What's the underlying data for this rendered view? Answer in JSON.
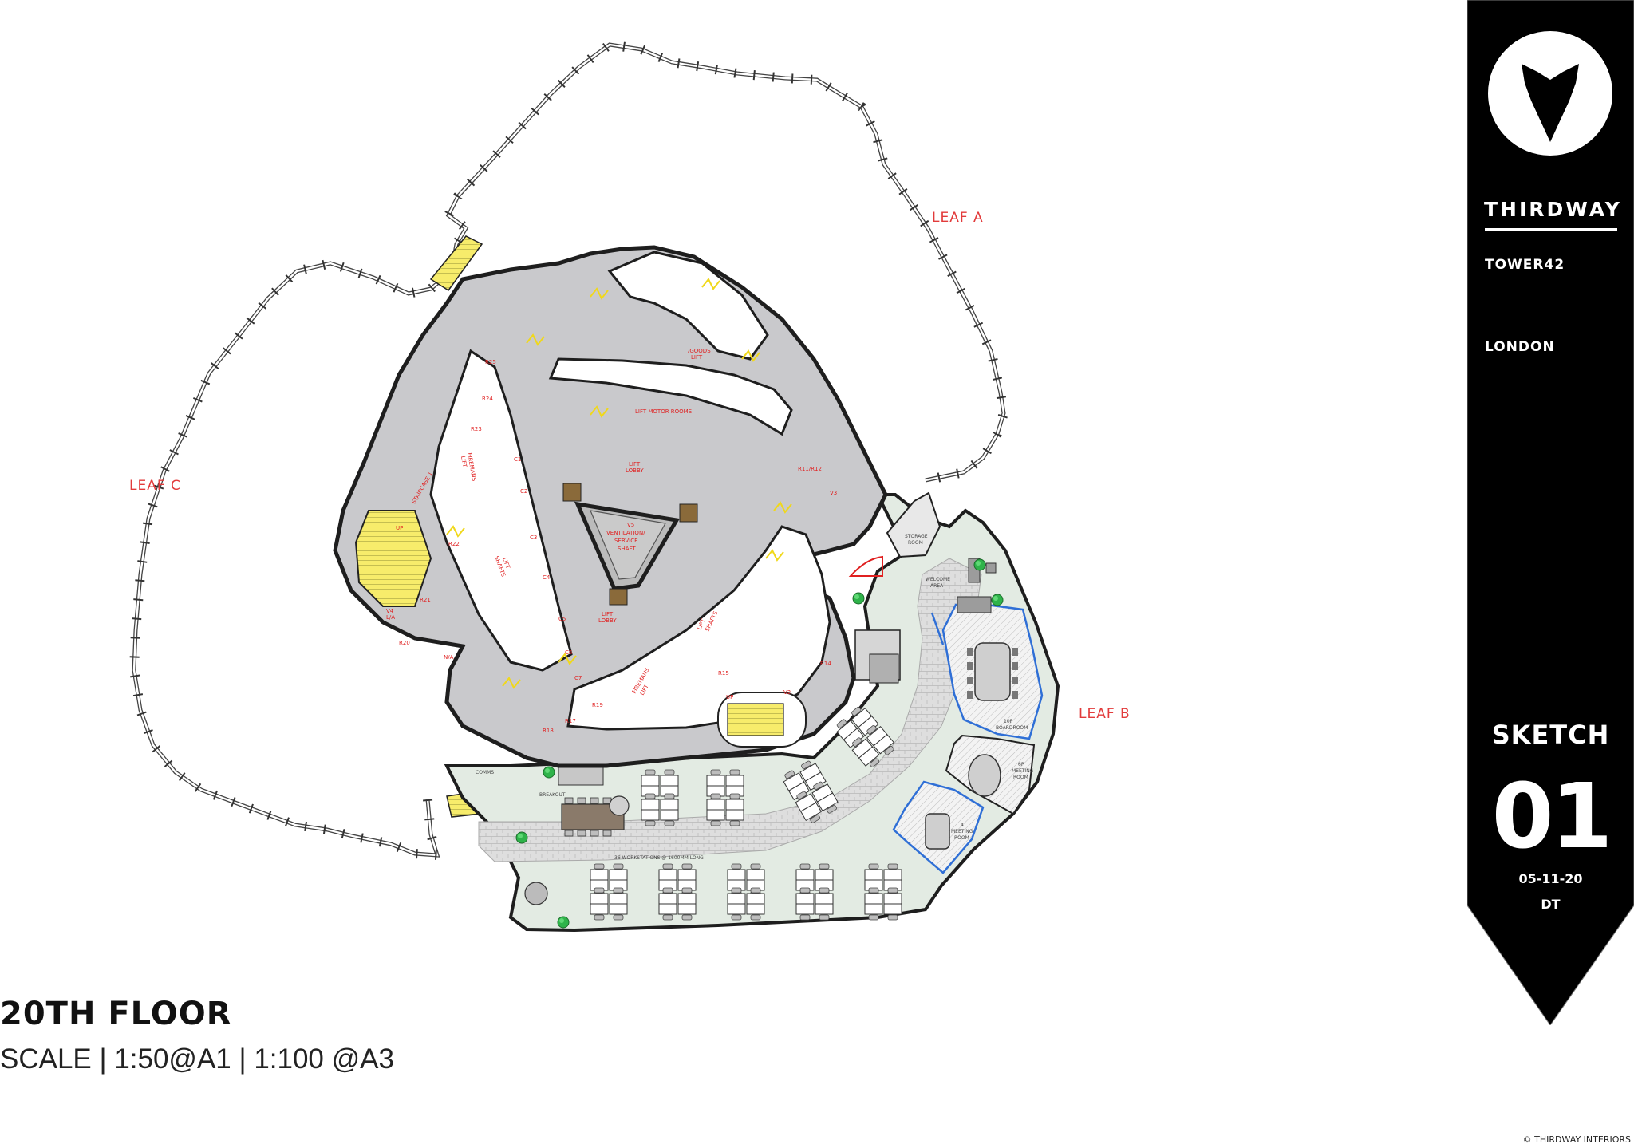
{
  "sidebar": {
    "brand": "THIRDWAY",
    "building": "TOWER42",
    "city": "LONDON",
    "sketch_label": "SKETCH",
    "sketch_number": "01",
    "date": "05-11-20",
    "author": "DT",
    "logo_icon": "fox-head-icon"
  },
  "drawing": {
    "floor": "20TH FLOOR",
    "scale": "SCALE | 1:50@A1 | 1:100 @A3",
    "copyright": "© THIRDWAY INTERIORS",
    "leaves": [
      "LEAF A",
      "LEAF B",
      "LEAF C"
    ],
    "core_labels": {
      "ventilation": [
        "V5",
        "VENTILATION/",
        "SERVICE",
        "SHAFT"
      ],
      "lift_lobby": [
        "LIFT",
        "LOBBY"
      ],
      "lift_shafts": [
        "LIFT",
        "SHAFTS"
      ],
      "lift_motor_rooms": "LIFT MOTOR ROOMS",
      "goods_lift": [
        "/GOODS",
        "LIFT"
      ],
      "staircase": "STAIRCASE 1",
      "firemans_lift": [
        "FIREMANS",
        "LIFT"
      ],
      "rooms": [
        "R25",
        "R24",
        "R23",
        "R22",
        "R21",
        "R20",
        "R19",
        "R18",
        "R17",
        "R15",
        "R14",
        "R11/R12",
        "V4",
        "V2",
        "V3",
        "N/A",
        "L/A",
        "UP",
        "UP",
        "C1",
        "C2",
        "C3",
        "C4",
        "C5",
        "C6",
        "C7"
      ]
    },
    "space_labels": {
      "storage": [
        "STORAGE",
        "ROOM"
      ],
      "welcome": [
        "WELCOME",
        "AREA"
      ],
      "boardroom": [
        "10P",
        "BOARDROOM"
      ],
      "meeting_6p": [
        "6P",
        "MEETING",
        "ROOM"
      ],
      "meeting_4p": [
        "4",
        "MEETING",
        "ROOM"
      ],
      "comms": "COMMS",
      "breakout": "BREAKOUT",
      "workstations": "36 WORKSTATIONS @ 1600MM LONG"
    },
    "colors": {
      "core": "#c9c9cc",
      "office_floor": "#e3ebe3",
      "circulation": "#dcdcdc",
      "walls": "#1e1e1e",
      "dimension_red": "#e02020",
      "partition_blue": "#2f6fd6",
      "stair_yellow": "#f7ec6b",
      "sidebar": "#000000"
    }
  }
}
